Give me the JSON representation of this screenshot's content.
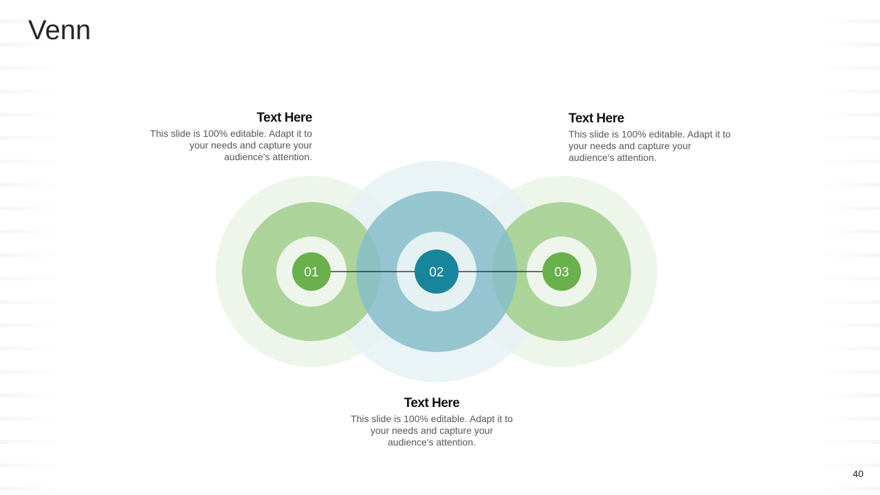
{
  "slide": {
    "title": "Venn",
    "page_number": "40"
  },
  "colors": {
    "green_dark": "#6ab04c",
    "green_mid": "#acd49a",
    "green_light": "#eef5ea",
    "teal_dark": "#17869c",
    "teal_mid": "#86bdc9",
    "teal_light": "#e6f1f4",
    "connector": "#1a1a1a"
  },
  "diagram": {
    "nodes": [
      {
        "label": "01",
        "color": "green"
      },
      {
        "label": "02",
        "color": "teal"
      },
      {
        "label": "03",
        "color": "green"
      }
    ]
  },
  "text_blocks": [
    {
      "heading": "Text Here",
      "body": "This slide is 100% editable. Adapt it to your needs and capture your audience's attention."
    },
    {
      "heading": "Text Here",
      "body": "This slide is 100% editable. Adapt it to your needs and capture your audience's attention."
    },
    {
      "heading": "Text Here",
      "body": "This slide is 100% editable. Adapt it to your needs and capture your audience's attention."
    }
  ]
}
